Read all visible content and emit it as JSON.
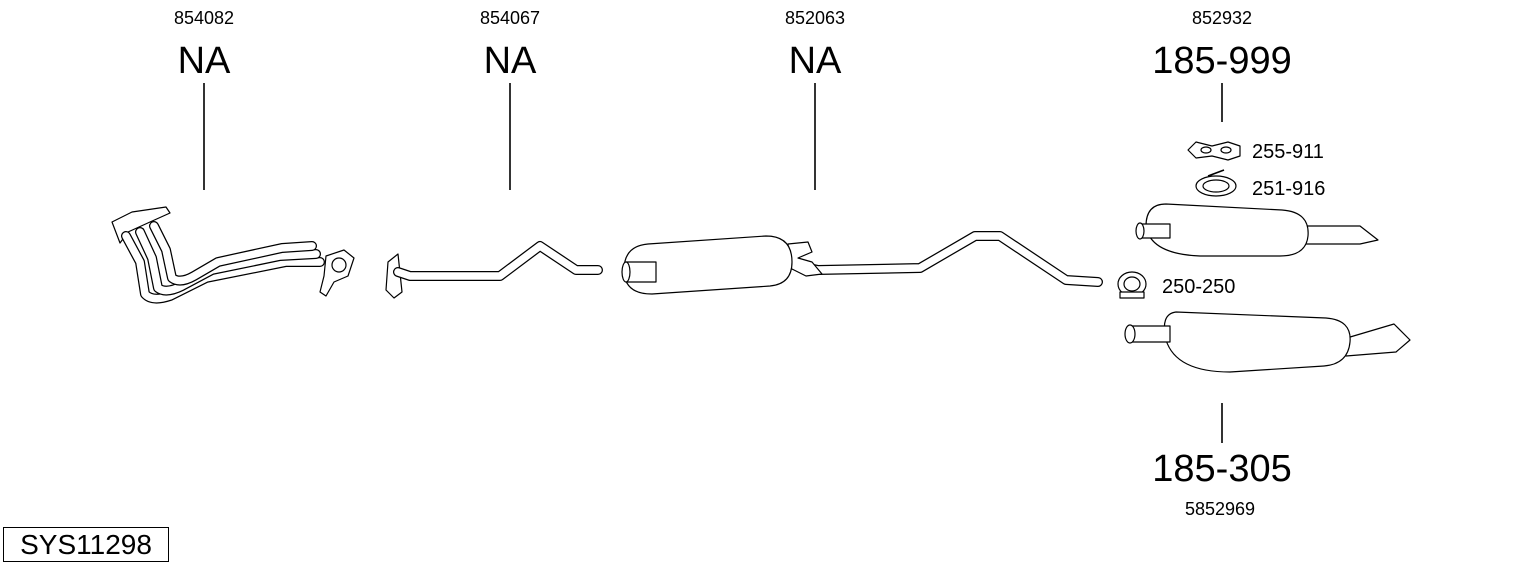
{
  "diagram": {
    "system_code": "SYS11298",
    "parts": [
      {
        "id": "exhaust-manifold",
        "top_code": "854082",
        "label": "NA"
      },
      {
        "id": "front-pipe",
        "top_code": "854067",
        "label": "NA"
      },
      {
        "id": "center-silencer",
        "top_code": "852063",
        "label": "NA"
      },
      {
        "id": "rear-silencer-a",
        "top_code": "852932",
        "label": "185-999"
      },
      {
        "id": "rear-silencer-b",
        "label": "185-305",
        "bottom_code": "5852969"
      }
    ],
    "accessories": [
      {
        "id": "rubber-hanger",
        "label": "255-911"
      },
      {
        "id": "clamp",
        "label": "251-916"
      },
      {
        "id": "u-clamp",
        "label": "250-250"
      }
    ]
  }
}
